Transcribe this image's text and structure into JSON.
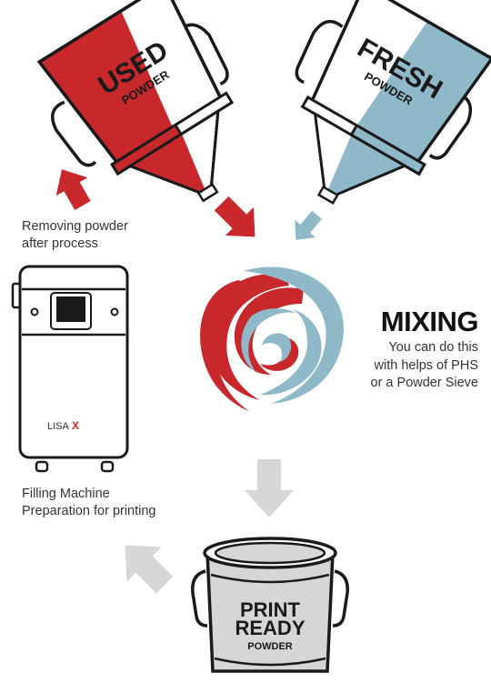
{
  "used_bucket": {
    "word1": "USED",
    "word2": "POWDER"
  },
  "fresh_bucket": {
    "word1": "FRESH",
    "word2": "POWDER"
  },
  "removing_note": {
    "line1": "Removing powder",
    "line2": "after process"
  },
  "filling_note": {
    "line1": "Filling Machine",
    "line2": "Preparation for printing"
  },
  "mixing": {
    "title": "MIXING",
    "lines": [
      "You can do this",
      "with helps of PHS",
      "or a Powder Sieve"
    ]
  },
  "machine": {
    "brand": "LISA",
    "brand_mark": "X"
  },
  "print_ready_can": {
    "line1": "PRINT",
    "line2": "READY",
    "line3": "POWDER"
  },
  "colors": {
    "used_red": "#c8282b",
    "fresh_blue": "#8fb8c9",
    "neutral_grey": "#d6d6d6",
    "outline": "#1a1a1a"
  }
}
